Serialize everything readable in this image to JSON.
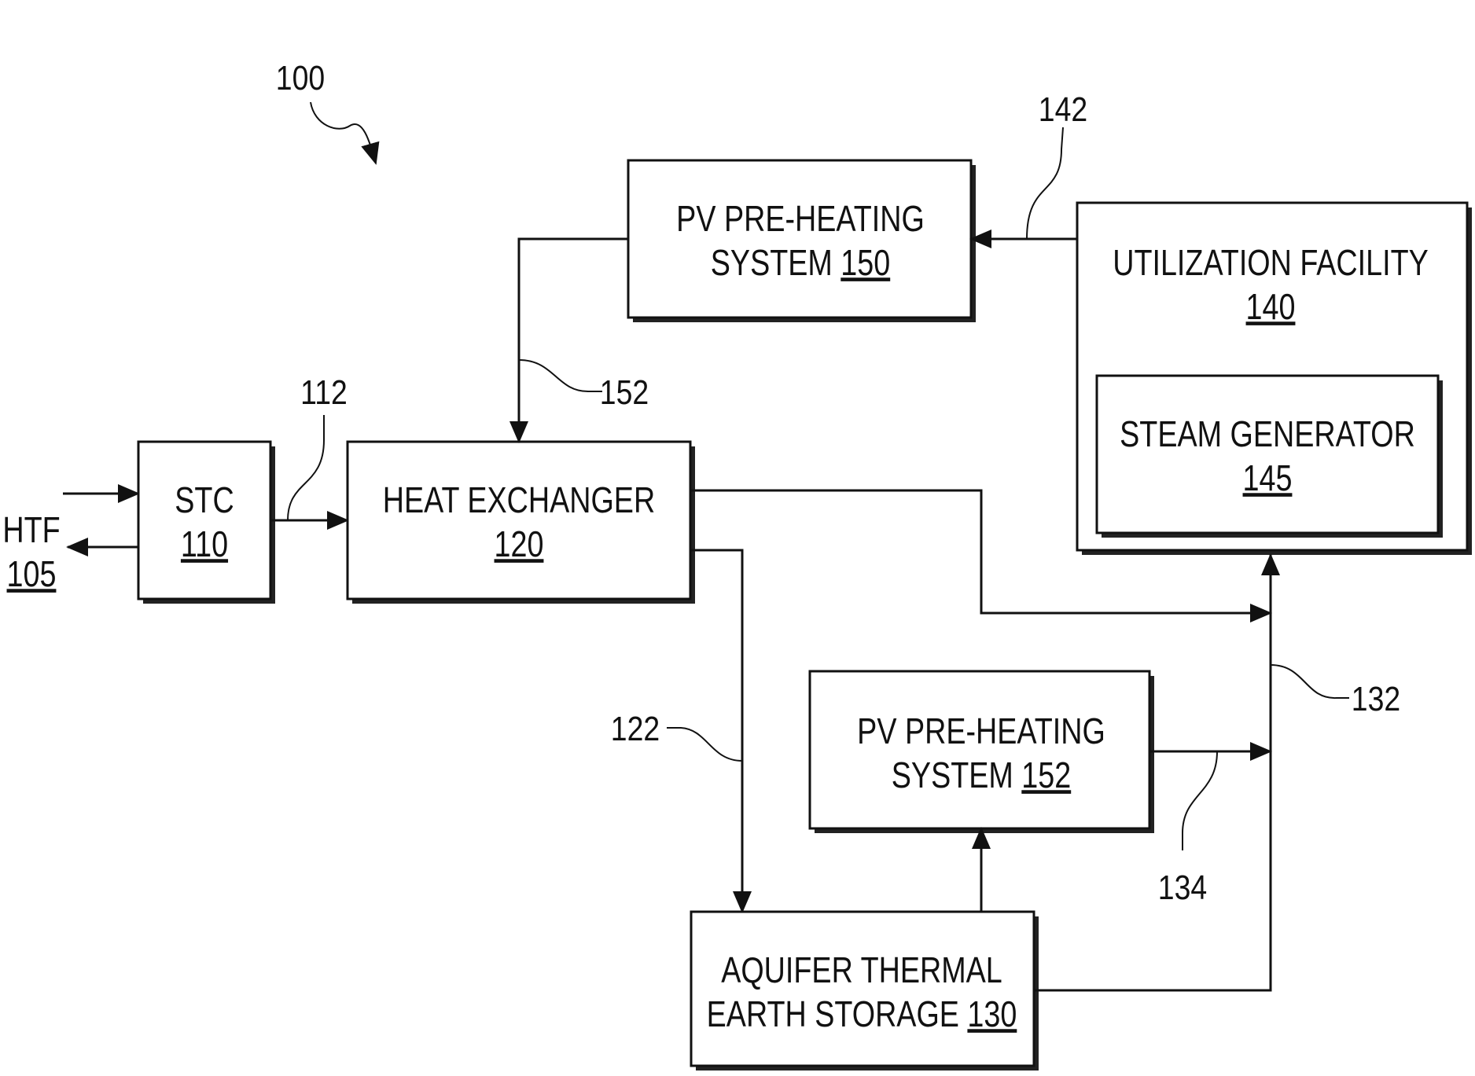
{
  "figure": {
    "ref": "100"
  },
  "htf": {
    "label": "HTF",
    "ref": "105"
  },
  "blocks": {
    "stc": {
      "name": "STC",
      "ref": "110"
    },
    "heat_exchanger": {
      "name": "HEAT EXCHANGER",
      "ref": "120"
    },
    "pv150": {
      "line1": "PV PRE-HEATING",
      "line2": "SYSTEM",
      "ref": "150"
    },
    "utilization": {
      "name": "UTILIZATION FACILITY",
      "ref": "140"
    },
    "steam_generator": {
      "name": "STEAM GENERATOR",
      "ref": "145"
    },
    "pv152": {
      "line1": "PV PRE-HEATING",
      "line2": "SYSTEM",
      "ref": "152"
    },
    "ates": {
      "line1": "AQUIFER THERMAL",
      "line2": "EARTH STORAGE",
      "ref": "130"
    }
  },
  "flows": {
    "f112": "112",
    "f122": "122",
    "f132": "132",
    "f134": "134",
    "f142": "142",
    "f152": "152"
  }
}
